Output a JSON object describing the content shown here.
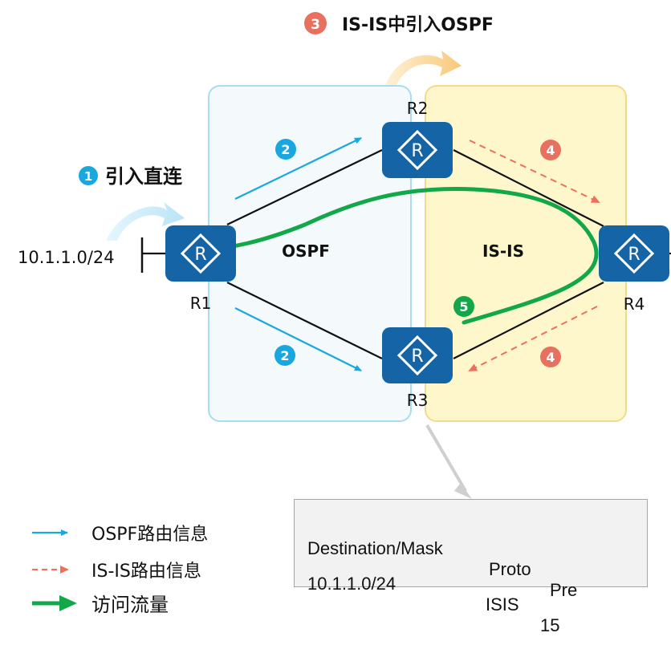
{
  "title": {
    "step": "3",
    "text": "IS-IS中引入OSPF"
  },
  "import_direct": {
    "step": "1",
    "text": "引入直连"
  },
  "areas": {
    "ospf": "OSPF",
    "isis": "IS-IS"
  },
  "network": "10.1.1.0/24",
  "routers": {
    "r1": "R1",
    "r2": "R2",
    "r3": "R3",
    "r4": "R4",
    "router_glyph": "R"
  },
  "steps": {
    "s2": "2",
    "s4": "4",
    "s5": "5"
  },
  "legend": {
    "ospf_route": "OSPF路由信息",
    "isis_route": "IS-IS路由信息",
    "traffic": "访问流量"
  },
  "route_table": {
    "headers": [
      "Destination/Mask",
      "Proto",
      "Pre"
    ],
    "row": [
      "10.1.1.0/24",
      "ISIS",
      "15"
    ]
  },
  "colors": {
    "ospf_area_fill": "#f2f8fc",
    "ospf_area_border": "#a8dcf0",
    "isis_area_fill": "#fff7cc",
    "isis_area_border": "#f5d98a",
    "router": "#1565a6",
    "ospf_arrow": "#19a7e0",
    "isis_arrow": "#ef6f5c",
    "traffic": "#12a84a",
    "step_red": "#e8705f",
    "step_blue": "#19a7e0",
    "step_green": "#12a84a"
  }
}
